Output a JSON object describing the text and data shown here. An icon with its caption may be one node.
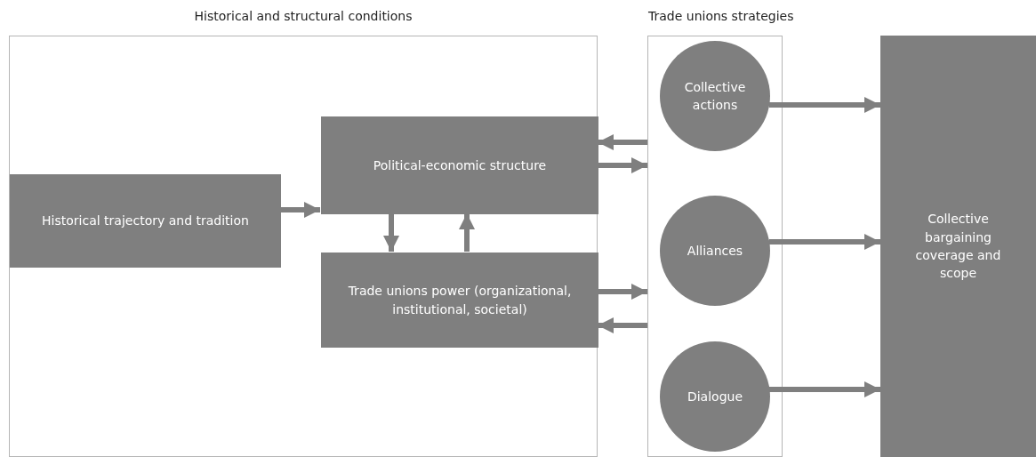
{
  "diagram": {
    "nodes": [
      {
        "text": [
          "Historical and structural conditions"
        ]
      },
      {
        "text": [
          "Historical trajectory and tradition"
        ],
        "in": 0
      },
      {
        "text": [
          "Political-economic structure"
        ],
        "in": 0
      },
      {
        "text": [
          "Trade unions power (organizational, institutional, societal)"
        ],
        "in": 0
      },
      {
        "text": [
          "Trade unions strategies"
        ]
      },
      {
        "text": [
          "Collective actions"
        ],
        "in": 4
      },
      {
        "text": [
          "Alliances"
        ],
        "in": 4
      },
      {
        "text": [
          "Dialogue"
        ],
        "in": 4
      },
      {
        "text": [
          "Collective bargaining coverage and scope"
        ]
      }
    ],
    "edges": [
      {
        "from": 1,
        "to": 2,
        "arrow": "to"
      },
      {
        "from": 4,
        "to": 2,
        "arrow": "to"
      },
      {
        "from": 2,
        "to": 4,
        "arrow": "to"
      },
      {
        "from": 2,
        "to": 3,
        "arrow": "to"
      },
      {
        "from": 3,
        "to": 2,
        "arrow": "to"
      },
      {
        "from": 3,
        "to": 4,
        "arrow": "to"
      },
      {
        "from": 4,
        "to": 3,
        "arrow": "to"
      },
      {
        "from": 5,
        "to": 8,
        "arrow": "to"
      },
      {
        "from": 6,
        "to": 8,
        "arrow": "to"
      },
      {
        "from": 7,
        "to": 8,
        "arrow": "to"
      }
    ]
  }
}
